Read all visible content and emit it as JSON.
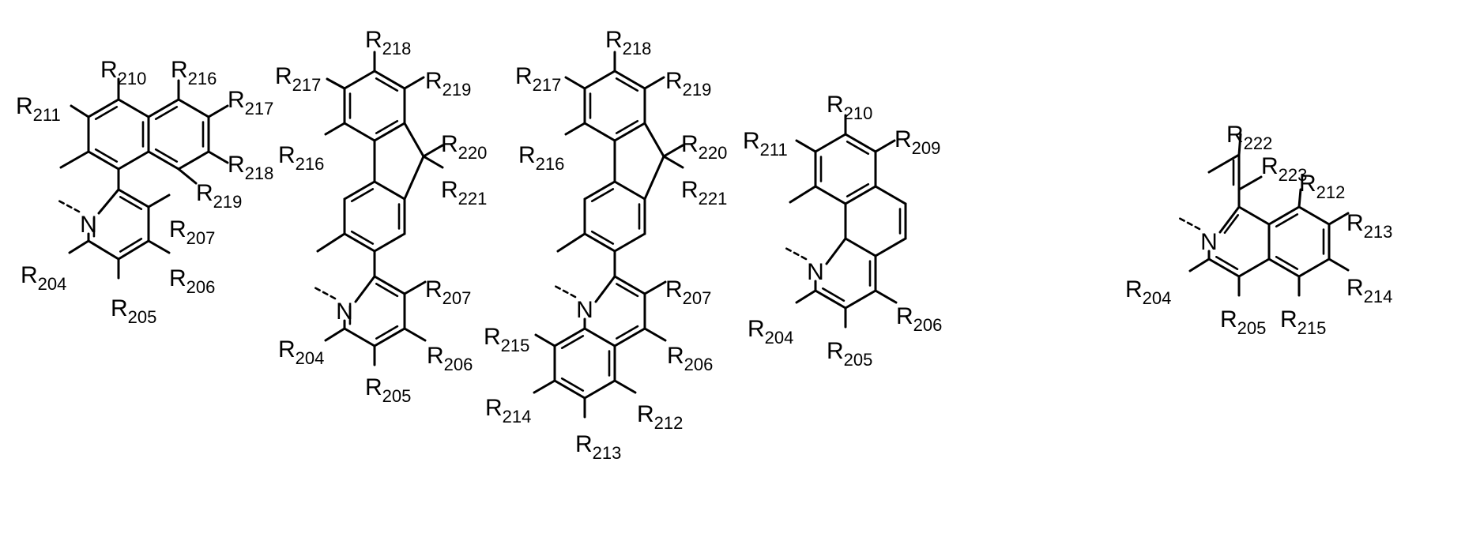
{
  "structures": [
    {
      "id": "s1",
      "nitrogen": "N",
      "labels": [
        {
          "id": "r210",
          "base": "R",
          "sub": "210"
        },
        {
          "id": "r216",
          "base": "R",
          "sub": "216"
        },
        {
          "id": "r211",
          "base": "R",
          "sub": "211"
        },
        {
          "id": "r217",
          "base": "R",
          "sub": "217"
        },
        {
          "id": "r218",
          "base": "R",
          "sub": "218"
        },
        {
          "id": "r219",
          "base": "R",
          "sub": "219"
        },
        {
          "id": "r207",
          "base": "R",
          "sub": "207"
        },
        {
          "id": "r204",
          "base": "R",
          "sub": "204"
        },
        {
          "id": "r206",
          "base": "R",
          "sub": "206"
        },
        {
          "id": "r205",
          "base": "R",
          "sub": "205"
        }
      ]
    },
    {
      "id": "s2",
      "nitrogen": "N",
      "labels": [
        {
          "id": "r218",
          "base": "R",
          "sub": "218"
        },
        {
          "id": "r217",
          "base": "R",
          "sub": "217"
        },
        {
          "id": "r219",
          "base": "R",
          "sub": "219"
        },
        {
          "id": "r216",
          "base": "R",
          "sub": "216"
        },
        {
          "id": "r220",
          "base": "R",
          "sub": "220"
        },
        {
          "id": "r221",
          "base": "R",
          "sub": "221"
        },
        {
          "id": "r207",
          "base": "R",
          "sub": "207"
        },
        {
          "id": "r204",
          "base": "R",
          "sub": "204"
        },
        {
          "id": "r206",
          "base": "R",
          "sub": "206"
        },
        {
          "id": "r205",
          "base": "R",
          "sub": "205"
        }
      ]
    },
    {
      "id": "s3",
      "nitrogen": "N",
      "labels": [
        {
          "id": "r218",
          "base": "R",
          "sub": "218"
        },
        {
          "id": "r217",
          "base": "R",
          "sub": "217"
        },
        {
          "id": "r219",
          "base": "R",
          "sub": "219"
        },
        {
          "id": "r216",
          "base": "R",
          "sub": "216"
        },
        {
          "id": "r220",
          "base": "R",
          "sub": "220"
        },
        {
          "id": "r221",
          "base": "R",
          "sub": "221"
        },
        {
          "id": "r207",
          "base": "R",
          "sub": "207"
        },
        {
          "id": "r215",
          "base": "R",
          "sub": "215"
        },
        {
          "id": "r206",
          "base": "R",
          "sub": "206"
        },
        {
          "id": "r214",
          "base": "R",
          "sub": "214"
        },
        {
          "id": "r212",
          "base": "R",
          "sub": "212"
        },
        {
          "id": "r213",
          "base": "R",
          "sub": "213"
        }
      ]
    },
    {
      "id": "s4",
      "nitrogen": "N",
      "labels": [
        {
          "id": "r210",
          "base": "R",
          "sub": "210"
        },
        {
          "id": "r211",
          "base": "R",
          "sub": "211"
        },
        {
          "id": "r209",
          "base": "R",
          "sub": "209"
        },
        {
          "id": "r204",
          "base": "R",
          "sub": "204"
        },
        {
          "id": "r206",
          "base": "R",
          "sub": "206"
        },
        {
          "id": "r205",
          "base": "R",
          "sub": "205"
        }
      ]
    },
    {
      "id": "s5",
      "nitrogen": "N",
      "labels": [
        {
          "id": "r222",
          "base": "R",
          "sub": "222"
        },
        {
          "id": "r223",
          "base": "R",
          "sub": "223"
        },
        {
          "id": "r212",
          "base": "R",
          "sub": "212"
        },
        {
          "id": "r213",
          "base": "R",
          "sub": "213"
        },
        {
          "id": "r214",
          "base": "R",
          "sub": "214"
        },
        {
          "id": "r204",
          "base": "R",
          "sub": "204"
        },
        {
          "id": "r205",
          "base": "R",
          "sub": "205"
        },
        {
          "id": "r215",
          "base": "R",
          "sub": "215"
        }
      ]
    }
  ]
}
